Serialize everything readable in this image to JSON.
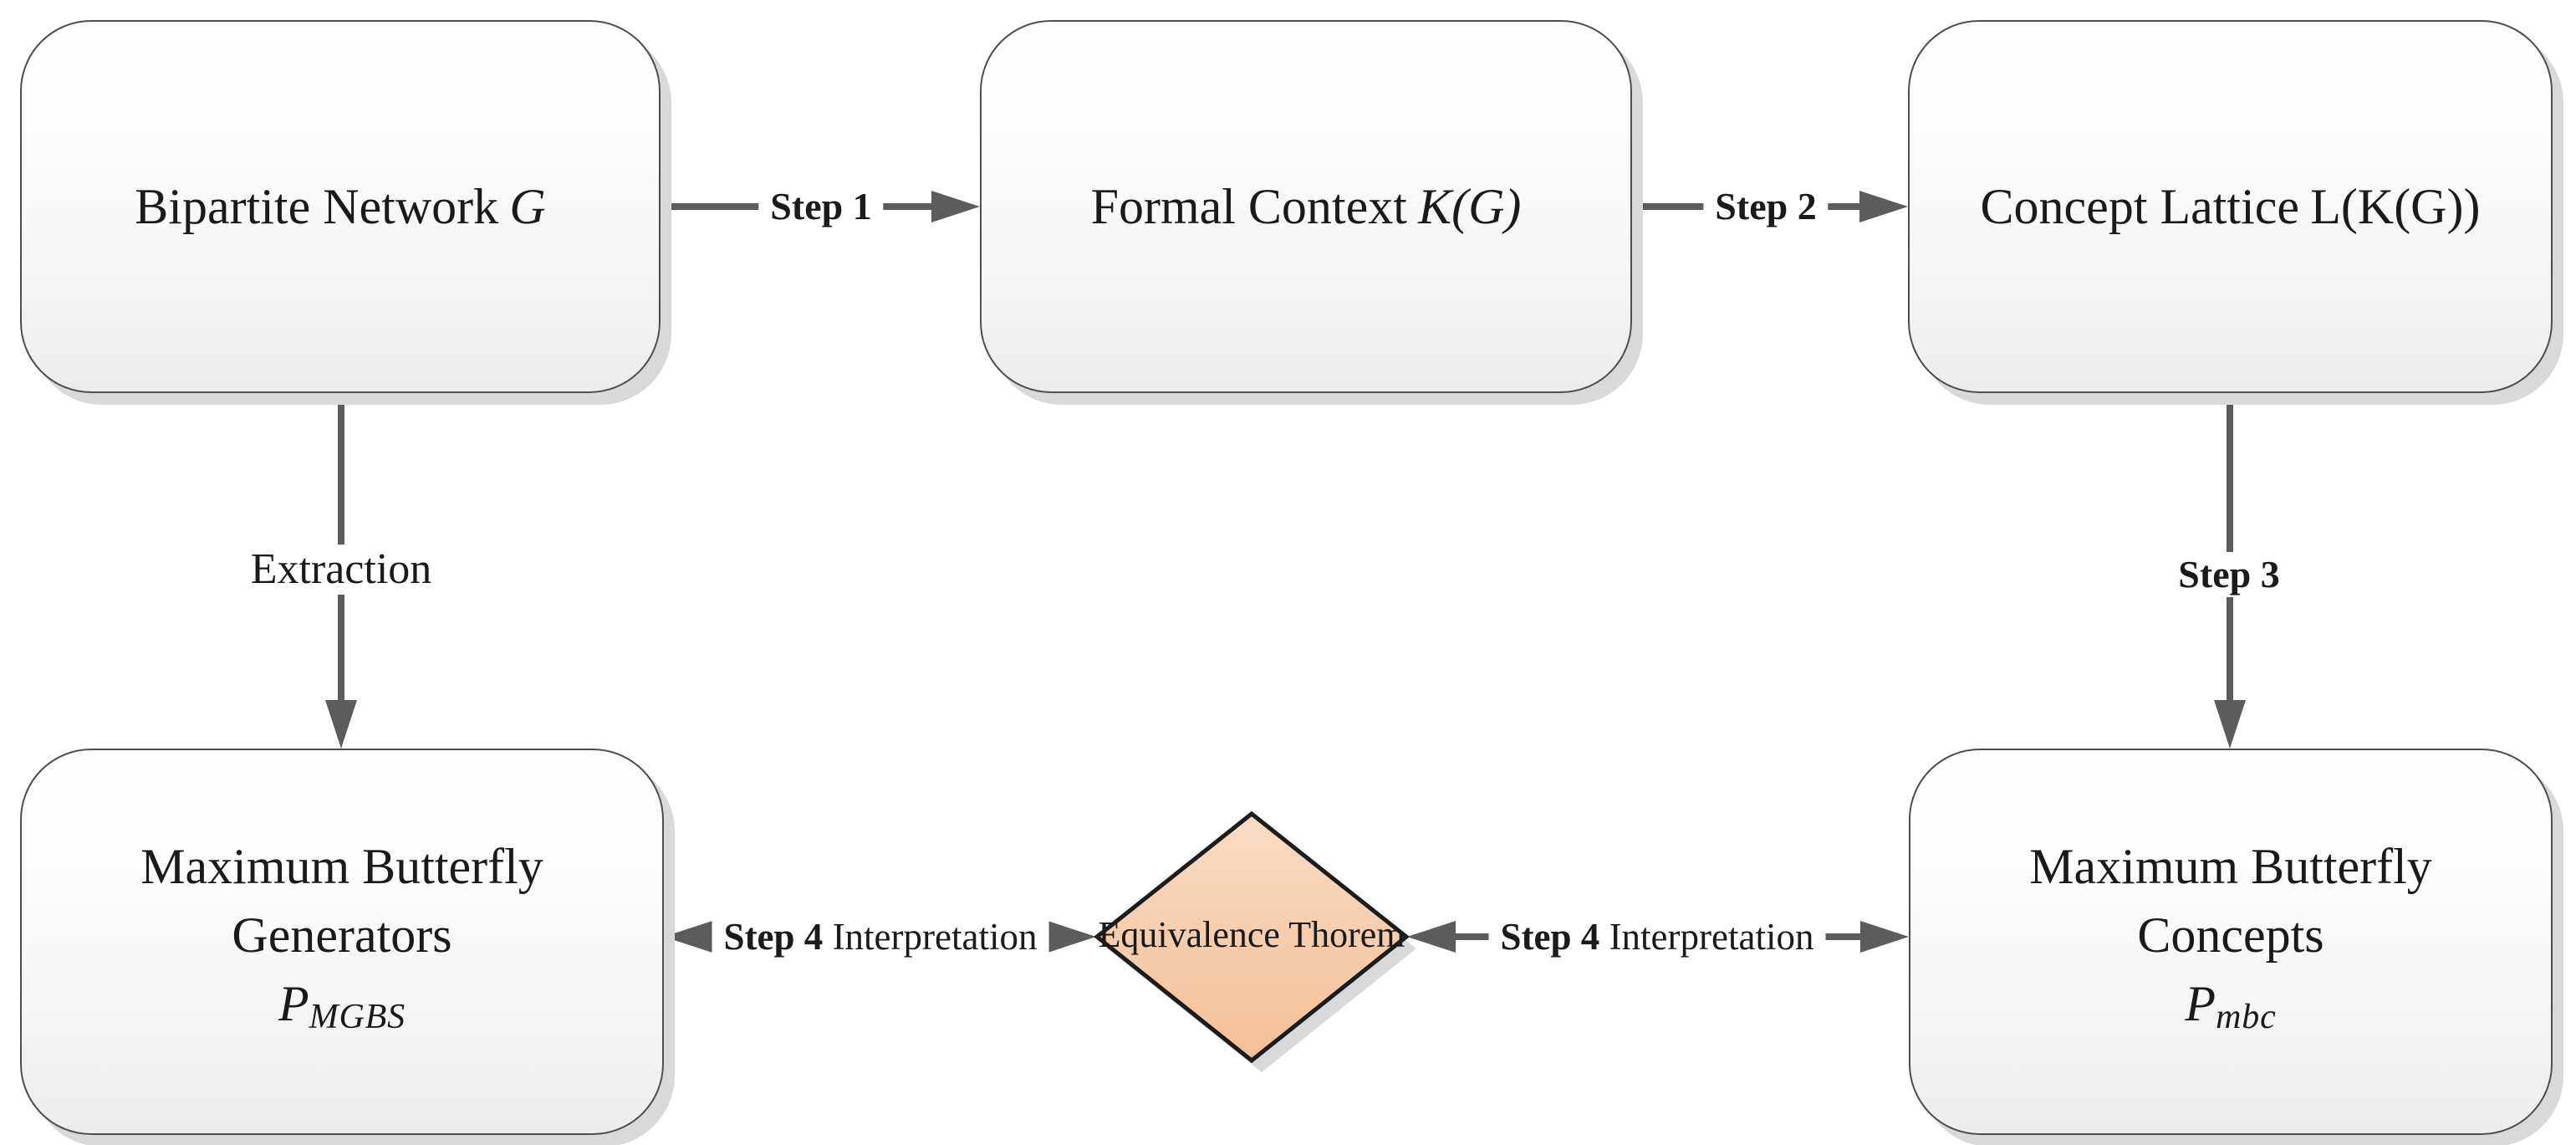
{
  "figure": {
    "type": "flowchart"
  },
  "colors": {
    "arrow": "#5b5c5e",
    "box_border": "#4e4e50",
    "box_fill_top": "#fdfdfd",
    "box_fill_bottom": "#ebecee",
    "box_shadow": "#d8d9da",
    "diamond_border": "#1c1c1c",
    "diamond_fill_top": "#f9dcc4",
    "diamond_fill_bottom": "#f2bf97",
    "text": "#1a1a1a"
  },
  "boxes": {
    "top_left": {
      "title": "Bipartite Network",
      "symbol": "G"
    },
    "top_middle": {
      "title": "Formal Context",
      "symbol": "K(G)"
    },
    "top_right": {
      "title": "Concept Lattice",
      "symbol": "L(K(G))"
    },
    "bottom_left": {
      "line1": "Maximum Butterfly",
      "line2": "Generators",
      "symbol_base": "P",
      "symbol_sub": "MGBS"
    },
    "bottom_right": {
      "line1": "Maximum Butterfly",
      "line2": "Concepts",
      "symbol_base": "P",
      "symbol_sub": "mbc"
    }
  },
  "decision": {
    "line1": "Equivalence",
    "line2": "Thorem"
  },
  "edge_labels": {
    "step1": "Step 1",
    "step2": "Step 2",
    "step3": "Step 3",
    "extraction": "Extraction",
    "step4_left_line1": "Step 4",
    "step4_left_line2": "Interpretation",
    "step4_right_line1": "Step 4",
    "step4_right_line2": "Interpretation"
  }
}
